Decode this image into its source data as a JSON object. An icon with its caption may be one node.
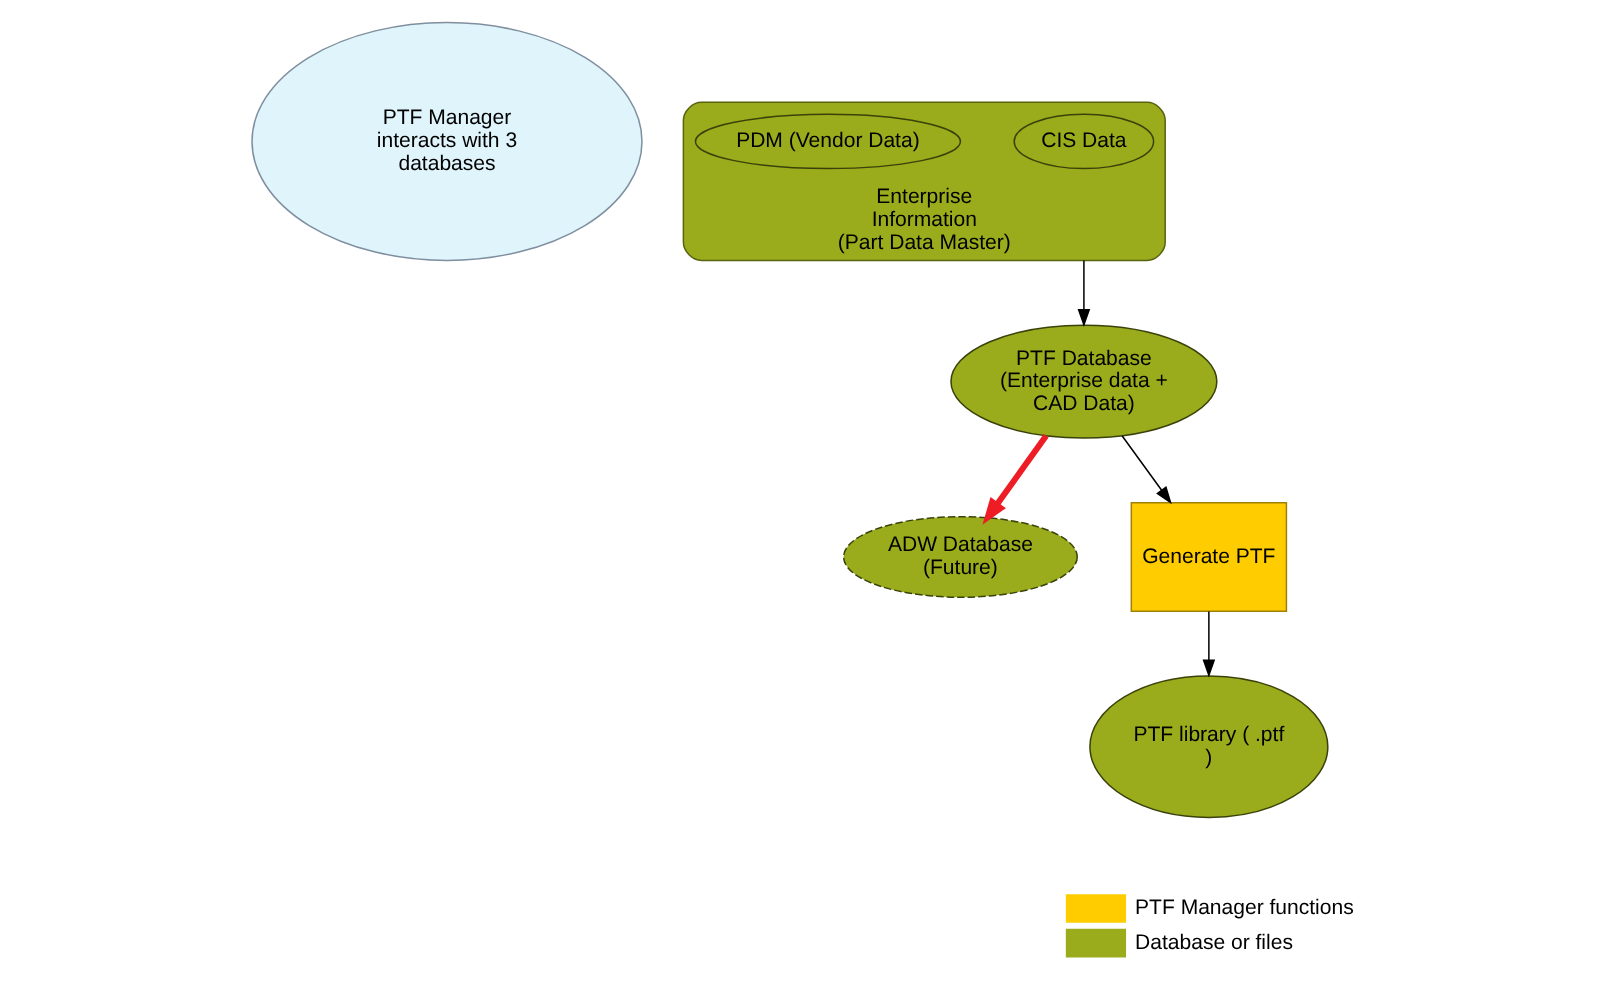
{
  "diagram": {
    "nodes": [
      {
        "text": [
          "PTF Manager interacts with 3 databases"
        ]
      },
      {
        "text": [
          "Enterprise Information",
          "(Part Data Master)"
        ]
      },
      {
        "text": [
          "CIS Data"
        ],
        "in": 1
      },
      {
        "text": [
          "PDM (Vendor Data)"
        ],
        "in": 1
      },
      {
        "text": [
          "ADW Database (Future)"
        ]
      },
      {
        "text": [
          "PTF Database (Enterprise data + CAD Data)"
        ]
      },
      {
        "text": [
          "PTF library ( .ptf )"
        ]
      },
      {
        "text": [
          "Generate PTF"
        ]
      }
    ],
    "edges": [
      {
        "from": 1,
        "to": 5,
        "arrow": "to"
      },
      {
        "from": 5,
        "to": 4,
        "arrow": "to",
        "style": "thick",
        "color": "#ee1c25"
      },
      {
        "from": 5,
        "to": 7,
        "arrow": "to"
      },
      {
        "from": 7,
        "to": 6,
        "arrow": "to"
      }
    ],
    "legend": [
      {
        "text": "PTF Manager functions",
        "color": "#ffcc00"
      },
      {
        "text": "Database or files",
        "color": "#9aab1c"
      }
    ]
  }
}
